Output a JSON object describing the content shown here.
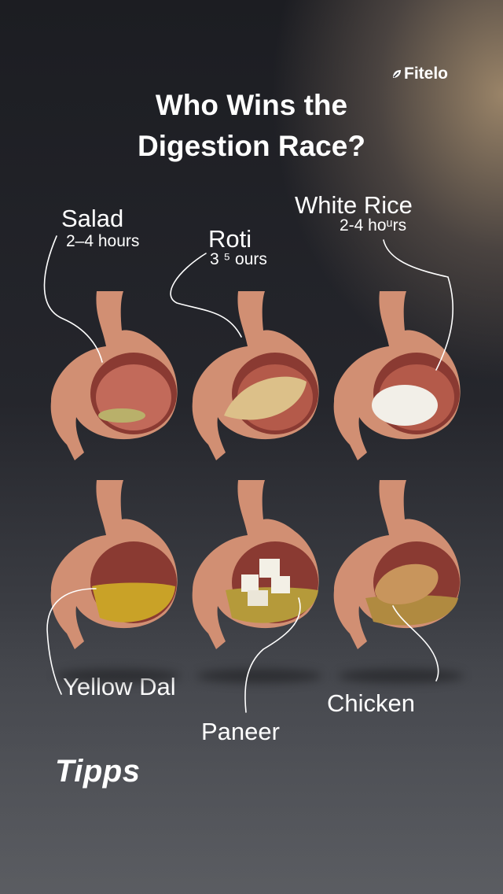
{
  "brand": {
    "name": "Fitelo"
  },
  "title": {
    "line1": "Who Wins the",
    "line2": "Digestion Race?"
  },
  "foods": [
    {
      "name": "Salad",
      "time": "2–4 hours",
      "content_color": "#b9b06a"
    },
    {
      "name": "Roti",
      "time": "3   ⁵   ours",
      "content_color": "#dcc089"
    },
    {
      "name": "White Rice",
      "time": "2-4 hoᵘrs",
      "content_color": "#f2efe8"
    },
    {
      "name": "Yellow Dal",
      "time": "",
      "content_color": "#c9a227"
    },
    {
      "name": "Paneer",
      "time": "",
      "content_color": "#f3f0e6"
    },
    {
      "name": "Chicken",
      "time": "",
      "content_color": "#c8955c"
    }
  ],
  "footer": {
    "tag": "Tipps"
  },
  "colors": {
    "stomach": "#d18f73",
    "stomach_dark": "#a9614a",
    "stomach_inner": "#8a3a32"
  }
}
